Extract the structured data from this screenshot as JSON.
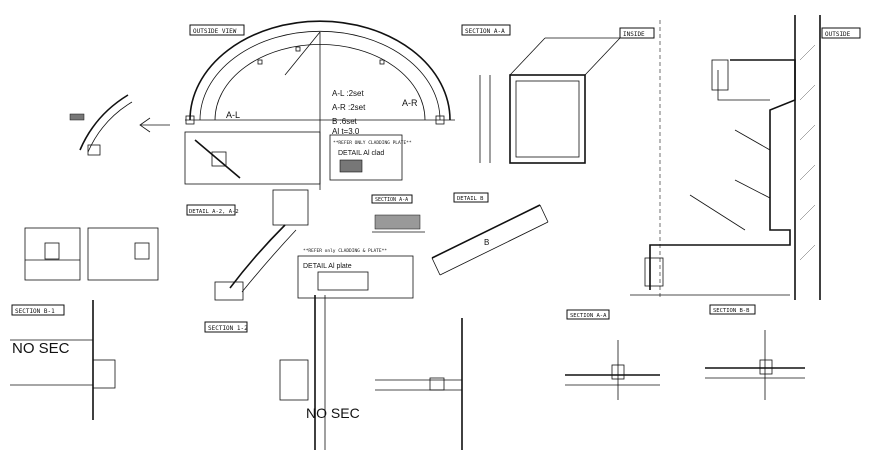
{
  "headers": {
    "outside_view": "OUTSIDE VIEW",
    "section_aa_top": "SECTION A-A",
    "inside": "INSIDE",
    "outside": "OUTSIDE",
    "detail_a2_a2": "DETAIL A-2, A-2",
    "section_aa_mid": "SECTION A-A",
    "detail_b": "DETAIL B",
    "section_b1": "SECTION B-1",
    "section_12": "SECTION 1-2",
    "section_aa_bottom": "SECTION A-A",
    "section_bb": "SECTION B-B"
  },
  "legend": {
    "al": "A-L  :2set",
    "ar": "A-R  :2set",
    "b": "B     :6set",
    "al_t": "Al  t=3.0",
    "note": "**REFER ONLY CLADDING PLATE**",
    "detail_clad": "DETAIL  Al  clad",
    "detail_plate": "DETAIL  Al  plate",
    "plate_note": "**REFER only CLADDING & PLATE**"
  },
  "labels": {
    "arc_left": "A-L",
    "arc_right": "A-R",
    "no_sec_left": "NO SEC",
    "no_sec_bottom": "NO SEC",
    "label_b": "B"
  }
}
